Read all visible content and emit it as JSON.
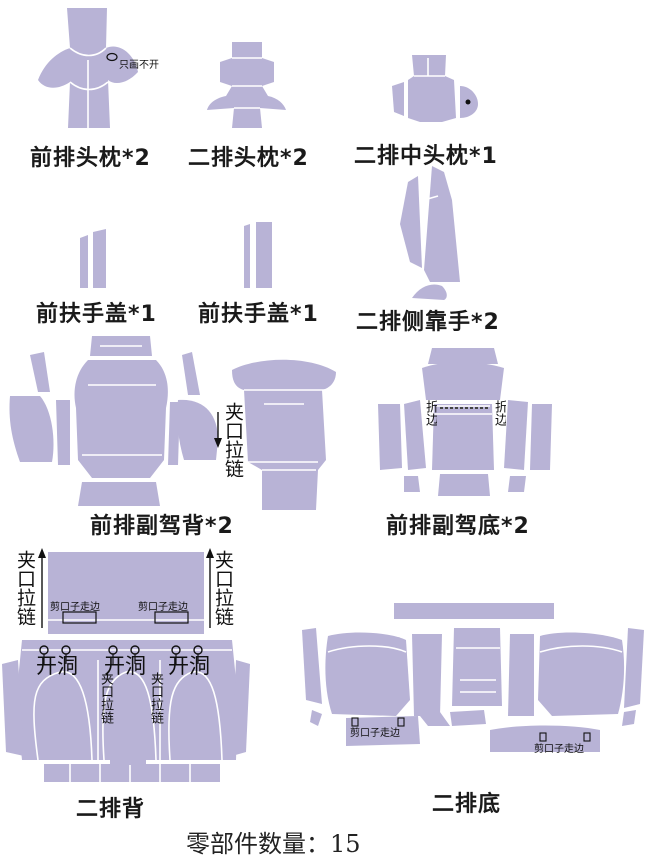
{
  "colors": {
    "piece": "#b8b3d6",
    "seam": "#ffffff",
    "outline": "#5a5680"
  },
  "labels": {
    "front_headrest": "前排头枕*2",
    "second_headrest": "二排头枕*2",
    "second_mid_headrest": "二排中头枕*1",
    "front_armrest_a": "前扶手盖*1",
    "front_armrest_b": "前扶手盖*1",
    "second_side_armrest": "二排侧靠手*2",
    "front_passenger_back": "前排副驾背*2",
    "front_passenger_base": "前排副驾底*2",
    "second_back": "二排背",
    "second_base": "二排底"
  },
  "notes": {
    "no_draw": "只画不开",
    "zipper_side": "夹口拉链",
    "fold_edge": "折边",
    "cut_hook": "剪口子走边",
    "open_hole": "开洞",
    "zipper_small": "夹口拉链"
  },
  "footer": {
    "text": "零部件数量：15"
  }
}
